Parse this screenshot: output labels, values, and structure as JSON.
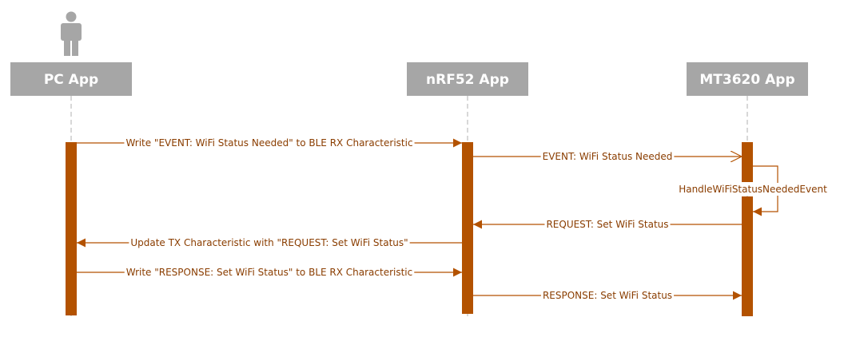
{
  "diagram": {
    "participants": [
      {
        "id": "pc",
        "label": "PC App",
        "has_actor_icon": true
      },
      {
        "id": "nrf",
        "label": "nRF52 App",
        "has_actor_icon": false
      },
      {
        "id": "mt",
        "label": "MT3620 App",
        "has_actor_icon": false
      }
    ],
    "messages": [
      {
        "from": "pc",
        "to": "nrf",
        "label": "Write \"EVENT: WiFi Status Needed\" to BLE RX Characteristic",
        "arrow": "filled"
      },
      {
        "from": "nrf",
        "to": "mt",
        "label": "EVENT: WiFi Status Needed",
        "arrow": "open"
      },
      {
        "from": "mt",
        "to": "mt",
        "label": "HandleWiFiStatusNeededEvent",
        "arrow": "filled",
        "self": true
      },
      {
        "from": "mt",
        "to": "nrf",
        "label": "REQUEST: Set WiFi Status",
        "arrow": "filled"
      },
      {
        "from": "nrf",
        "to": "pc",
        "label": "Update TX Characteristic with \"REQUEST: Set WiFi Status\"",
        "arrow": "filled"
      },
      {
        "from": "pc",
        "to": "nrf",
        "label": "Write \"RESPONSE: Set WiFi Status\" to BLE RX Characteristic",
        "arrow": "filled"
      },
      {
        "from": "nrf",
        "to": "mt",
        "label": "RESPONSE: Set WiFi Status",
        "arrow": "filled"
      }
    ]
  },
  "colors": {
    "participant_box": "#a6a6a6",
    "participant_text": "#ffffff",
    "actor_icon": "#a6a6a6",
    "activation_bar": "#b35200",
    "message_line": "#b35200",
    "message_text": "#8a3d00",
    "lifeline": "#b0b0b0"
  },
  "icons": {
    "actor": "person-icon"
  }
}
